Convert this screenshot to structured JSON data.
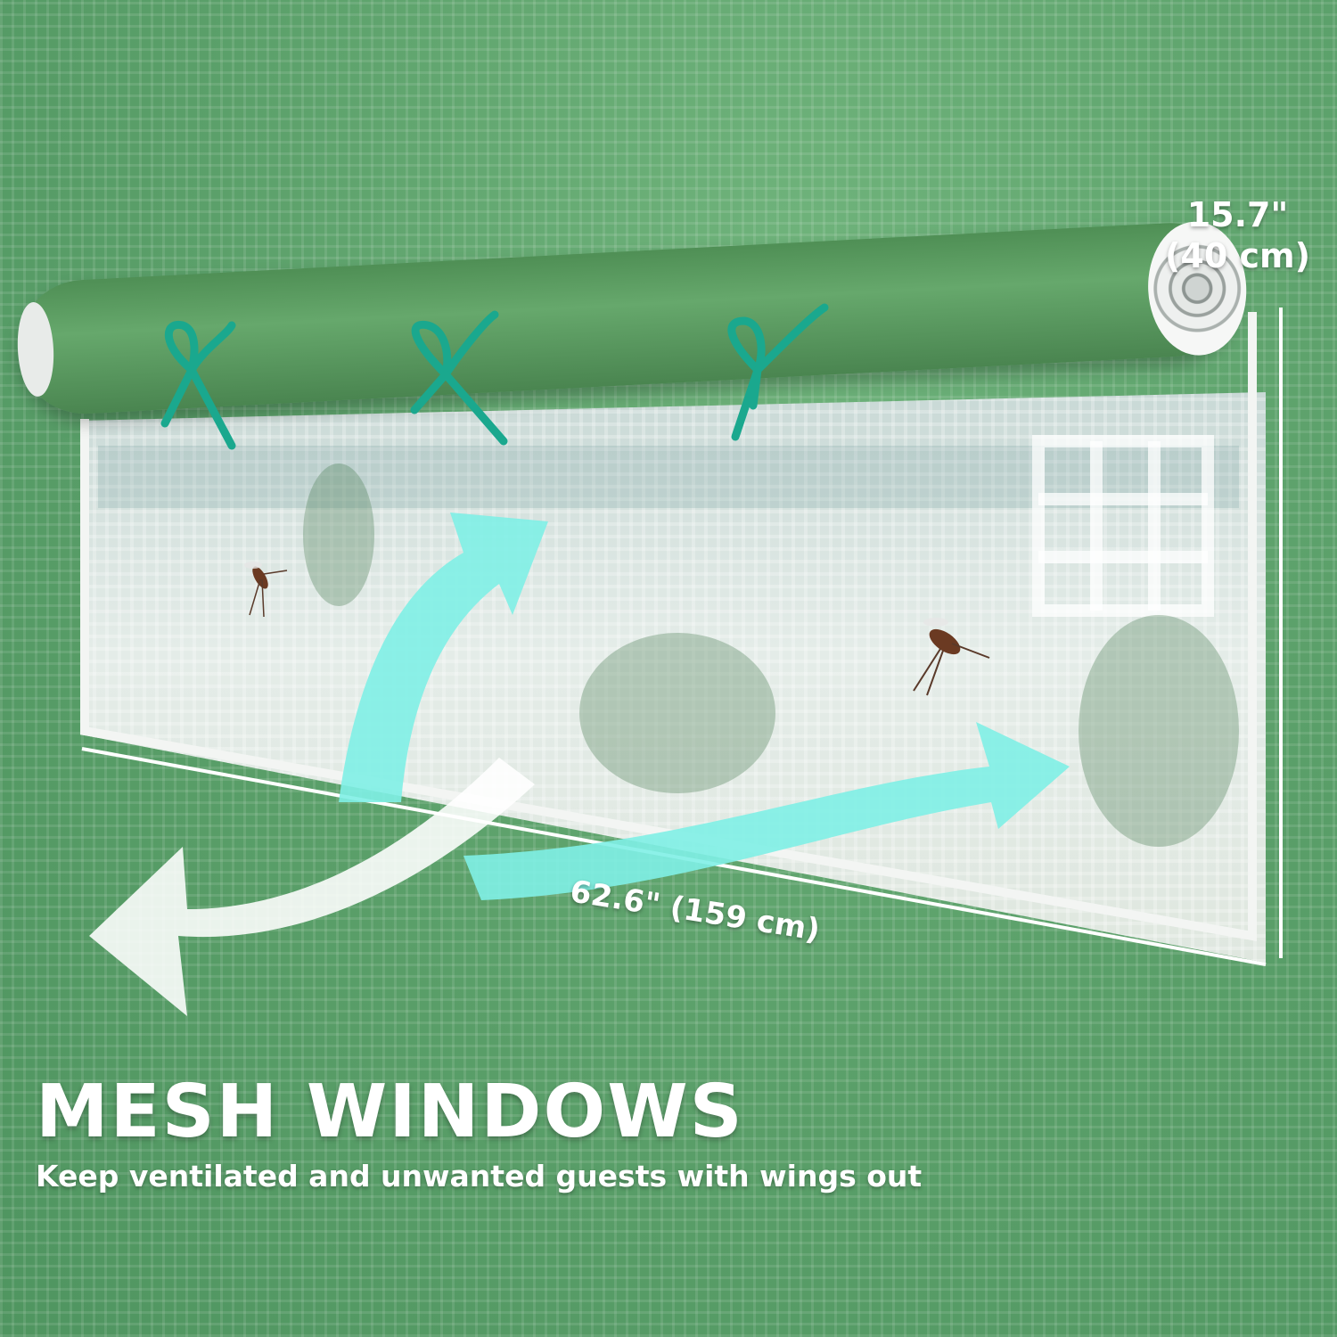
{
  "dimensions": {
    "height_in": "15.7\"",
    "height_cm": "(40 cm)",
    "width_label": "62.6\" (159 cm)"
  },
  "heading": {
    "title": "MESH WINDOWS",
    "subtitle": "Keep ventilated and unwanted guests with wings out"
  },
  "colors": {
    "fabric_green": "#5fa46d",
    "roll_green": "#4f8f55",
    "tie_teal": "#1aa88e",
    "arrow_cyan": "#7ff0e6",
    "text": "#ffffff"
  },
  "icons": [
    "mosquito-icon",
    "airflow-arrow-in",
    "airflow-arrow-out"
  ]
}
